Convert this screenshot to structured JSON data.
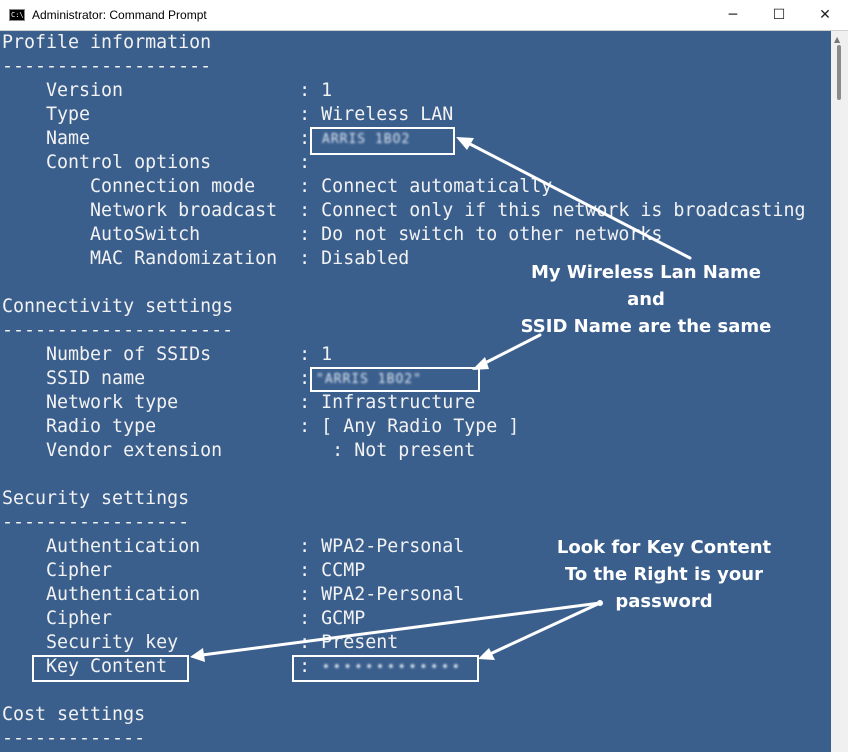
{
  "window": {
    "title": "Administrator: Command Prompt",
    "icon": "cmd-icon",
    "minimize_icon": "─",
    "maximize_icon": "☐",
    "close_icon": "✕",
    "app_icon_glyph": "C:\\"
  },
  "console": {
    "profile_header": "Profile information",
    "profile_rule": "-------------------",
    "version": "    Version                : 1",
    "type": "    Type                   : Wireless LAN",
    "name": "    Name                   :",
    "control_options": "    Control options        :",
    "connection_mode": "        Connection mode    : Connect automatically",
    "network_broadcast": "        Network broadcast  : Connect only if this network is broadcasting",
    "autoswitch": "        AutoSwitch         : Do not switch to other networks",
    "mac_randomization": "        MAC Randomization  : Disabled",
    "connectivity_header": "Connectivity settings",
    "connectivity_rule": "---------------------",
    "number_of_ssids": "    Number of SSIDs        : 1",
    "ssid_name": "    SSID name              :",
    "network_type": "    Network type           : Infrastructure",
    "radio_type": "    Radio type             : [ Any Radio Type ]",
    "vendor_extension": "    Vendor extension          : Not present",
    "security_header": "Security settings",
    "security_rule": "-----------------",
    "authentication_1": "    Authentication         : WPA2-Personal",
    "cipher_1": "    Cipher                 : CCMP",
    "authentication_2": "    Authentication         : WPA2-Personal",
    "cipher_2": "    Cipher                 : GCMP",
    "security_key": "    Security key           : Present",
    "key_content": "    Key Content            :",
    "cost_header": "Cost settings",
    "cost_rule": "-------------"
  },
  "redacted": {
    "name_value": "ARRIS 1BO2",
    "ssid_value": "\"ARRIS 1BO2\"",
    "key_value": "•••••••••••••"
  },
  "annotations": {
    "wireless_line1": "My Wireless Lan Name",
    "wireless_line2": "and",
    "wireless_line3": "SSID Name are the same",
    "key_line1": "Look for Key Content",
    "key_line2": "To the Right is your",
    "key_line3": "password"
  },
  "colors": {
    "console_bg": "#3b5f8d",
    "console_text": "#f2f2f2",
    "annotation": "#ffffff"
  }
}
